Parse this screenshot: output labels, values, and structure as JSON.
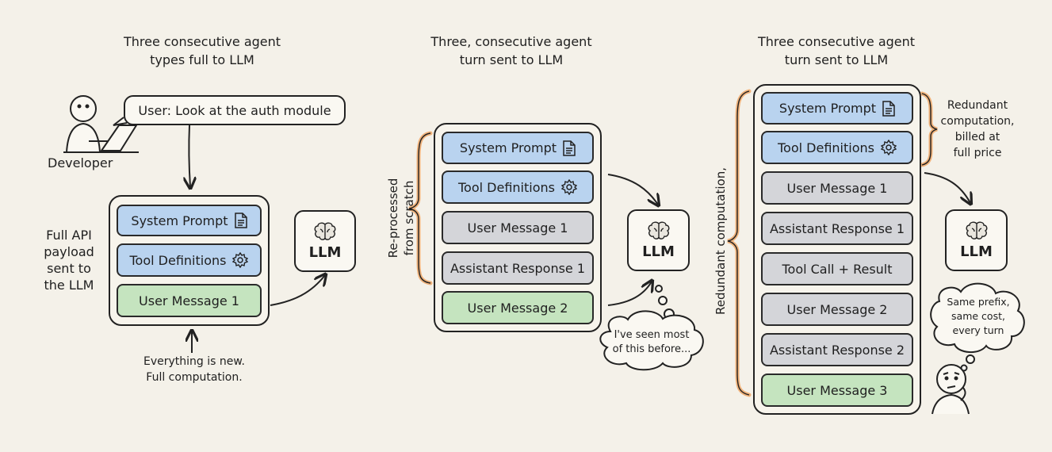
{
  "panel1": {
    "title_line1": "Three consecutive agent",
    "title_line2": "types full to LLM",
    "user_bubble": "User: Look at the auth module",
    "developer_label": "Developer",
    "side_label_1": "Full API",
    "side_label_2": "payload",
    "side_label_3": "sent to",
    "side_label_4": "the LLM",
    "blocks": [
      "System Prompt",
      "Tool Definitions",
      "User Message 1"
    ],
    "llm_label": "LLM",
    "note_line1": "Everything is new.",
    "note_line2": "Full computation."
  },
  "panel2": {
    "title_line1": "Three, consecutive agent",
    "title_line2": "turn sent to LLM",
    "brace_line1": "Re-processed",
    "brace_line2": "from scratch",
    "blocks": [
      "System Prompt",
      "Tool Definitions",
      "User Message 1",
      "Assistant Response 1",
      "User Message 2"
    ],
    "llm_label": "LLM",
    "thought_line1": "I've seen most",
    "thought_line2": "of this before..."
  },
  "panel3": {
    "title_line1": "Three consecutive agent",
    "title_line2": "turn sent to LLM",
    "brace_label": "Redundant computation,",
    "right_note_line1": "Redundant",
    "right_note_line2": "computation,",
    "right_note_line3": "billed at",
    "right_note_line4": "full price",
    "blocks": [
      "System Prompt",
      "Tool Definitions",
      "User Message 1",
      "Assistant Response 1",
      "Tool Call + Result",
      "User Message 2",
      "Assistant Response 2",
      "User Message 3"
    ],
    "llm_label": "LLM",
    "thought_line1": "Same prefix,",
    "thought_line2": "same cost,",
    "thought_line3": "every turn"
  },
  "icons": {
    "document": "document-icon",
    "gear": "gear-icon",
    "brain": "brain-icon",
    "person": "developer-icon",
    "thinking": "thinking-face-icon"
  },
  "colors": {
    "system_blue": "#b9d3ef",
    "message_gray": "#d4d5d9",
    "message_green": "#c5e4bf",
    "brace_orange": "#f0b27a",
    "background": "#f4f1e9"
  }
}
